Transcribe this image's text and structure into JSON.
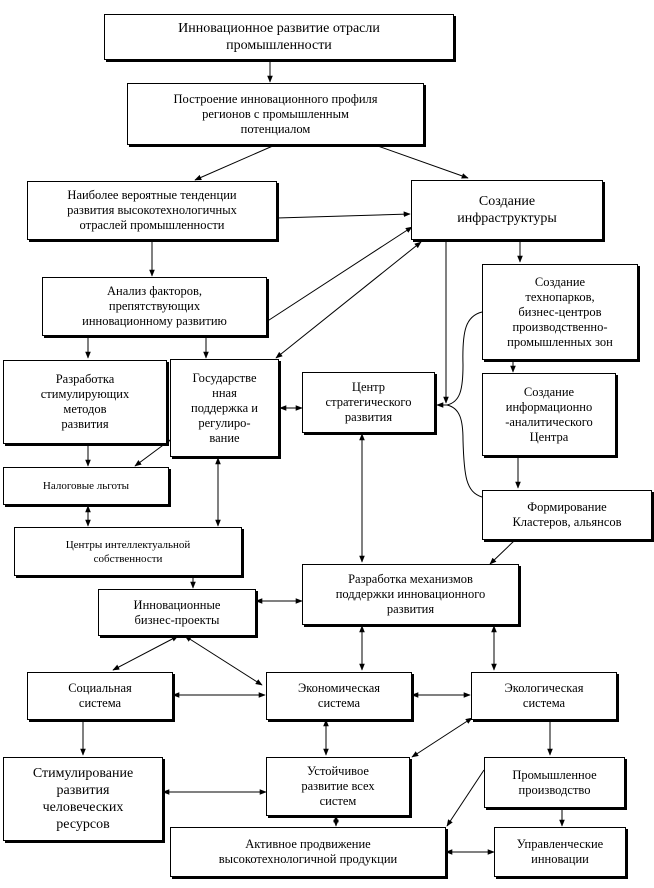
{
  "boxes": {
    "n1": "Инновационное развитие отрасли\nпромышленности",
    "n2": "Построение инновационного профиля\nрегионов с промышленным\nпотенциалом",
    "n3": "Наиболее вероятные тенденции\nразвития высокотехнологичных\nотраслей промышленности",
    "n4": "Создание\nинфраструктуры",
    "n5": "Анализ факторов,\nпрепятствующих\nинновационному развитию",
    "n6": "Создание\nтехнопарков,\nбизнес-центров\nпроизводственно-\nпромышленных зон",
    "n7": "Разработка\nстимулирующих\nметодов\nразвития",
    "n8": "Государстве\nнная\nподдержка и\nрегулиро-\nвание",
    "n9": "Центр\nстратегического\nразвития",
    "n10": "Создание\nинформационно\n-аналитического\nЦентра",
    "n11": "Налоговые льготы",
    "n12": "Формирование\nКластеров, альянсов",
    "n13": "Центры интеллектуальной\nсобственности",
    "n14": "Разработка механизмов\nподдержки инновационного\nразвития",
    "n15": "Инновационные\nбизнес-проекты",
    "n16": "Социальная\nсистема",
    "n17": "Экономическая\nсистема",
    "n18": "Экологическая\nсистема",
    "n19": "Стимулирование\nразвития\nчеловеческих\nресурсов",
    "n20": "Устойчивое\nразвитие всех\nсистем",
    "n21": "Промышленное\nпроизводство",
    "n22": "Активное продвижение\nвысокотехнологичной продукции",
    "n23": "Управленческие\nинновации"
  }
}
